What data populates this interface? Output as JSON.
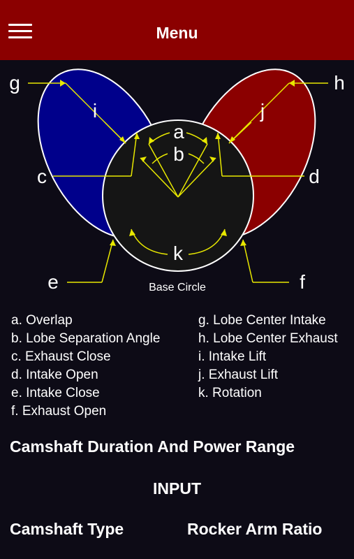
{
  "header": {
    "title": "Menu",
    "menu_icon": "hamburger-menu-icon",
    "bg_color": "#8b0000"
  },
  "diagram": {
    "labels": {
      "a": "a",
      "b": "b",
      "c": "c",
      "d": "d",
      "e": "e",
      "f": "f",
      "g": "g",
      "h": "h",
      "i": "i",
      "j": "j",
      "k": "k"
    },
    "base_circle": "Base Circle",
    "colors": {
      "intake_lobe": "#00008b",
      "exhaust_lobe": "#8b0000",
      "overlap": "#00913f",
      "base_circle": "#151515",
      "leader_lines": "#e8e800"
    }
  },
  "legend": {
    "left": [
      "a. Overlap",
      "b. Lobe Separation Angle",
      "c. Exhaust Close",
      "d. Intake Open",
      "e. Intake Close",
      "f. Exhaust Open"
    ],
    "right": [
      "g. Lobe Center Intake",
      "h. Lobe Center Exhaust",
      "i. Intake Lift",
      "j. Exhaust Lift",
      "k. Rotation"
    ]
  },
  "section": {
    "title": "Camshaft Duration And Power Range"
  },
  "input": {
    "label": "INPUT",
    "camshaft_type_label": "Camshaft Type",
    "rocker_arm_ratio_label": "Rocker Arm Ratio"
  }
}
